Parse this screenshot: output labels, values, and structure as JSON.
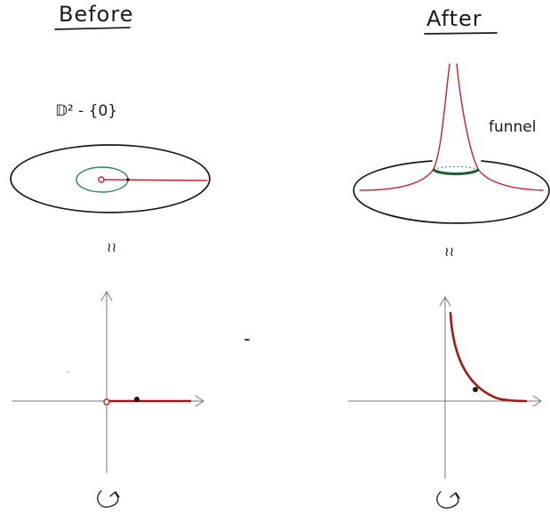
{
  "left_panel": {
    "title": "Before",
    "space_label": "𝔻² - {0}",
    "isomorphism_symbol": "≀≀"
  },
  "right_panel": {
    "title": "After",
    "funnel_label": "funnel",
    "isomorphism_symbol": "≀≀"
  },
  "colors": {
    "ink": "#1a1a1a",
    "red_curve": "#c8202a",
    "dark_red_profile": "#a31818",
    "green_circle": "#2e8a57",
    "axis": "#777777"
  },
  "icons": [
    "rotation-arrow-icon",
    "rotation-arrow-icon"
  ]
}
